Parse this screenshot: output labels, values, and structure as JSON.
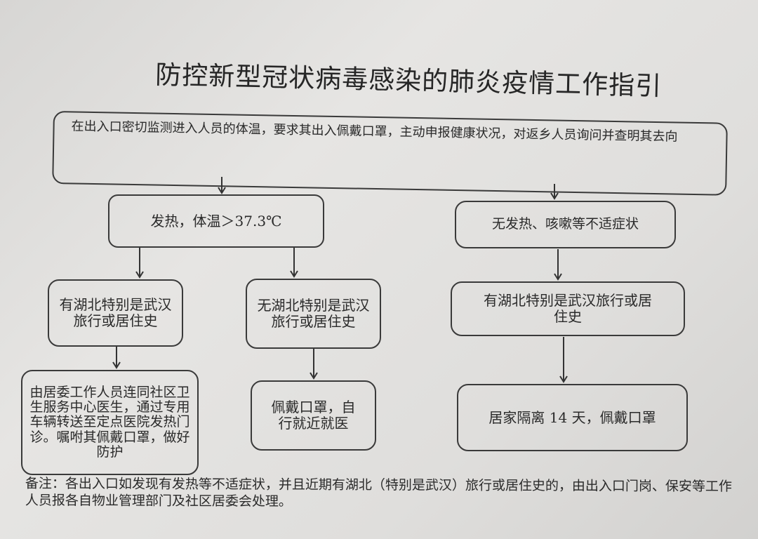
{
  "title": "防控新型冠状病毒感染的肺炎疫情工作指引",
  "nodes": {
    "entry_monitoring": "在出入口密切监测进入人员的体温，要求其出入佩戴口罩，主动申报健康状况，对返乡人员询问并查明其去向",
    "fever": "发热，体温＞37.3℃",
    "no_fever": "无发热、咳嗽等不适症状",
    "fever_with_hubei_history": "有湖北特别是武汉旅行或居住史",
    "fever_without_hubei_history": "无湖北特别是武汉旅行或居住史",
    "no_fever_with_hubei_history": "有湖北特别是武汉旅行或居住史",
    "action_escort_to_clinic": "由居委工作人员连同社区卫生服务中心医生，通过专用车辆转送至定点医院发热门诊。嘱咐其佩戴口罩，做好防护",
    "action_self_seek_care": "佩戴口罩，自行就近就医",
    "action_home_quarantine": "居家隔离 14 天，佩戴口罩"
  },
  "note": "备注：各出入口如发现有发热等不适症状，并且近期有湖北（特别是武汉）旅行或居住史的，由出入口门岗、保安等工作人员报各自物业管理部门及社区居委会处理。"
}
